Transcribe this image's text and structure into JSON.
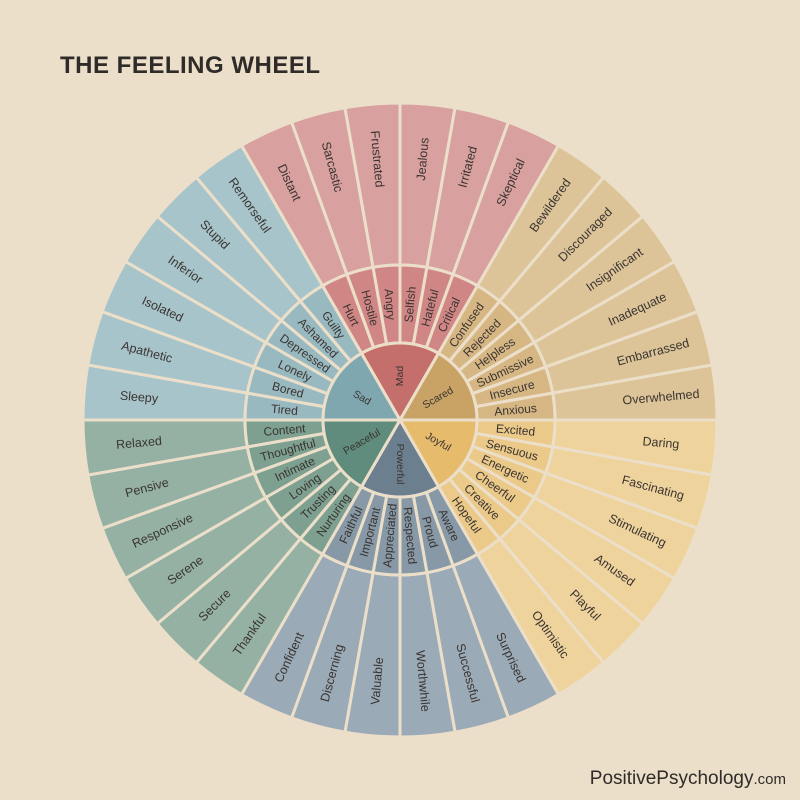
{
  "title": "THE FEELING WHEEL",
  "credit": {
    "name": "PositivePsychology",
    "tld": ".com"
  },
  "colors": {
    "background": "#ecdfca",
    "separator": "#ecdfca"
  },
  "wheel": {
    "core": [
      {
        "label": "Mad",
        "color": "#c56f6d",
        "mid": "#d18686",
        "outer": "#d8a09e"
      },
      {
        "label": "Scared",
        "color": "#c9a366",
        "mid": "#d6b784",
        "outer": "#dcc498"
      },
      {
        "label": "Joyful",
        "color": "#e6bb6c",
        "mid": "#ebc989",
        "outer": "#efd39d"
      },
      {
        "label": "Powerful",
        "color": "#6c7f8f",
        "mid": "#8798a6",
        "outer": "#9aaab6"
      },
      {
        "label": "Peaceful",
        "color": "#5f8c7c",
        "mid": "#7da091",
        "outer": "#94b1a4"
      },
      {
        "label": "Sad",
        "color": "#7fa7b0",
        "mid": "#99b9c0",
        "outer": "#a7c4ca"
      }
    ],
    "middle": [
      [
        "Hurt",
        "Hostile",
        "Angry",
        "Selfish",
        "Hateful",
        "Critical"
      ],
      [
        "Confused",
        "Rejected",
        "Helpless",
        "Submissive",
        "Insecure",
        "Anxious"
      ],
      [
        "Excited",
        "Sensuous",
        "Energetic",
        "Cheerful",
        "Creative",
        "Hopeful"
      ],
      [
        "Aware",
        "Proud",
        "Respected",
        "Appreciated",
        "Important",
        "Faithful"
      ],
      [
        "Nurturing",
        "Trusting",
        "Loving",
        "Intimate",
        "Thoughtful",
        "Content"
      ],
      [
        "Tired",
        "Bored",
        "Lonely",
        "Depressed",
        "Ashamed",
        "Guilty"
      ]
    ],
    "outer": [
      [
        "Distant",
        "Sarcastic",
        "Frustrated",
        "Jealous",
        "Irritated",
        "Skeptical"
      ],
      [
        "Bewildered",
        "Discouraged",
        "Insignificant",
        "Inadequate",
        "Embarrassed",
        "Overwhelmed"
      ],
      [
        "Daring",
        "Fascinating",
        "Stimulating",
        "Amused",
        "Playful",
        "Optimistic"
      ],
      [
        "Surprised",
        "Successful",
        "Worthwhile",
        "Valuable",
        "Discerning",
        "Confident"
      ],
      [
        "Thankful",
        "Secure",
        "Serene",
        "Responsive",
        "Pensive",
        "Relaxed"
      ],
      [
        "Sleepy",
        "Apathetic",
        "Isolated",
        "Inferior",
        "Stupid",
        "Remorseful"
      ]
    ]
  }
}
